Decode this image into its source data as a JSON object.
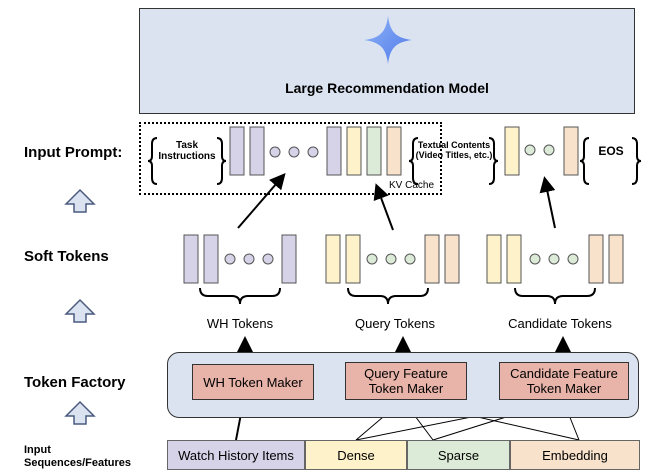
{
  "model": {
    "title": "Large Recommendation Model"
  },
  "rows": {
    "input_prompt": "Input Prompt:",
    "soft_tokens": "Soft Tokens",
    "token_factory": "Token Factory",
    "input_sequences": [
      "Input",
      "Sequences/Features"
    ]
  },
  "prompt": {
    "task_instructions": [
      "Task",
      "Instructions"
    ],
    "textual_contents": [
      "Textual Contents",
      "(Video Titles, etc.)"
    ],
    "eos": "EOS",
    "kv_cache": "KV Cache"
  },
  "token_groups": {
    "wh": "WH Tokens",
    "query": "Query Tokens",
    "candidate": "Candidate Tokens"
  },
  "makers": {
    "wh": "WH Token Maker",
    "query": [
      "Query Feature",
      "Token Maker"
    ],
    "candidate": [
      "Candidate Feature",
      "Token Maker"
    ]
  },
  "features": {
    "watch_history": "Watch History Items",
    "dense": "Dense",
    "sparse": "Sparse",
    "embedding": "Embedding"
  },
  "colors": {
    "purple": "#d6d3e8",
    "yellow": "#fdf2c9",
    "green": "#dcebd7",
    "peach": "#f9e2cc",
    "blue_bg": "#dbe3f0",
    "maker": "#e8b4aa",
    "sparkle_a": "#4e79ea",
    "sparkle_b": "#8fb4f7"
  }
}
